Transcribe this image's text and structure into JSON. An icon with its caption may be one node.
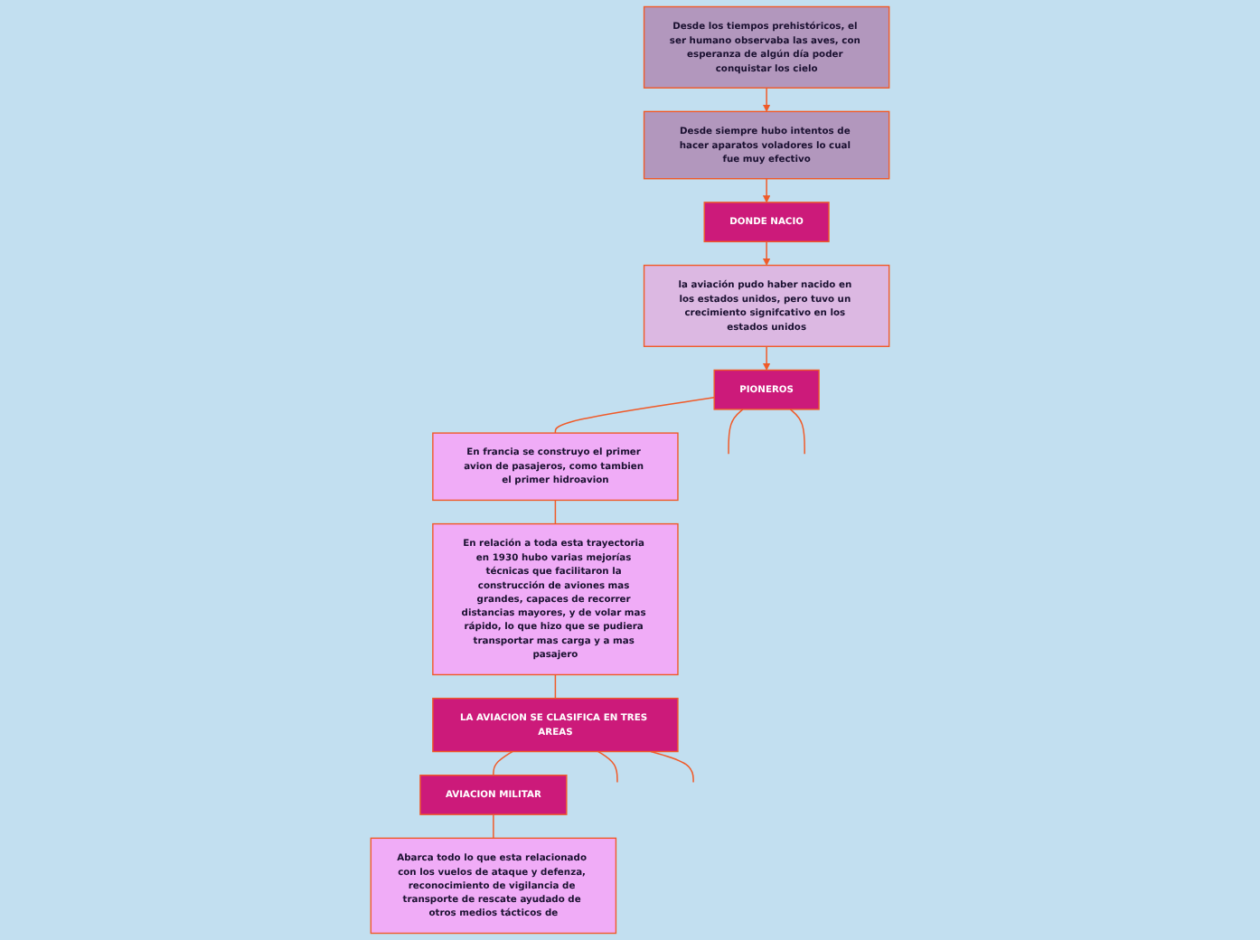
{
  "diagram": {
    "nodes": [
      {
        "text": [
          "Desde los tiempos prehistóricos, el ser humano observaba las aves, con esperanza de algún día poder conquistar los cielo"
        ]
      },
      {
        "text": [
          "Desde siempre hubo intentos de hacer aparatos voladores lo cual fue muy efectivo"
        ]
      },
      {
        "text": [
          "DONDE NACIO"
        ]
      },
      {
        "text": [
          "la aviación pudo haber nacido en los estados unidos, pero tuvo un crecimiento signifcativo en los estados unidos"
        ]
      },
      {
        "text": [
          "PIONEROS"
        ]
      },
      {
        "text": [
          "En francia se construyo el primer avion de pasajeros, como tambien el primer hidroavion"
        ]
      },
      {
        "text": [
          "En relación a toda esta trayectoria en 1930 hubo varias mejorías técnicas que facilitaron la construcción de aviones mas grandes, capaces de recorrer distancias mayores, y de volar mas rápido, lo que hizo que se pudiera transportar mas carga y a mas pasajero"
        ]
      },
      {
        "text": [
          "LA AVIACION SE CLASIFICA EN TRES AREAS"
        ]
      },
      {
        "text": [
          "AVIACION MILITAR"
        ]
      },
      {
        "text": [
          "Abarca todo lo que esta relacionado con los vuelos de ataque y defenza, reconocimiento de vigilancia de transporte de rescate ayudado de otros medios tácticos de"
        ]
      }
    ],
    "edges": [
      {
        "from": 0,
        "to": 1,
        "arrow": "to"
      },
      {
        "from": 1,
        "to": 2,
        "arrow": "to"
      },
      {
        "from": 2,
        "to": 3,
        "arrow": "to"
      },
      {
        "from": 3,
        "to": 4,
        "arrow": "to"
      },
      {
        "from": 4,
        "to": null,
        "arrow": "none"
      },
      {
        "from": 4,
        "to": 5,
        "arrow": "none"
      },
      {
        "from": 4,
        "to": null,
        "arrow": "none"
      },
      {
        "from": 5,
        "to": 6,
        "arrow": "none"
      },
      {
        "from": 6,
        "to": 7,
        "arrow": "none"
      },
      {
        "from": 7,
        "to": null,
        "arrow": "none"
      },
      {
        "from": 7,
        "to": 8,
        "arrow": "none"
      },
      {
        "from": 7,
        "to": null,
        "arrow": "none"
      },
      {
        "from": 8,
        "to": 9,
        "arrow": "none"
      }
    ]
  }
}
